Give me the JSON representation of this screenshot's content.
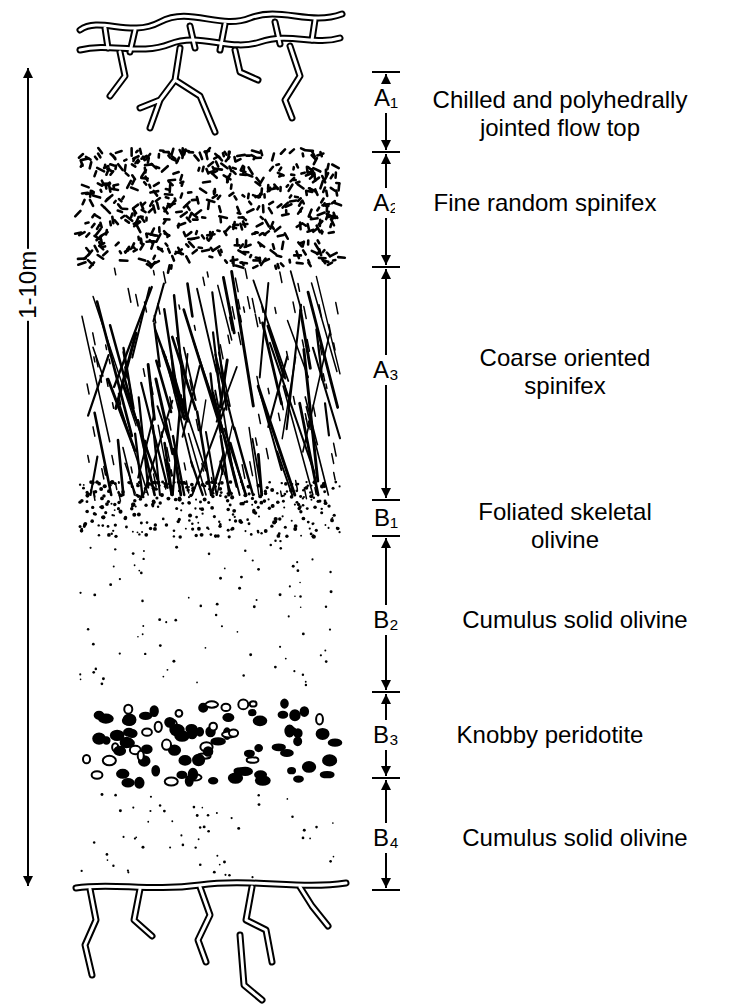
{
  "diagram": {
    "labels": [
      "1-10m",
      "A₁",
      "Chilled and polyhedrally jointed flow top",
      "A₂",
      "Fine random spinifex",
      "A₃",
      "Coarse oriented spinifex",
      "B₁",
      "Foliated skeletal olivine",
      "B₂",
      "Cumulus solid olivine",
      "B₃",
      "Knobby peridotite",
      "B₄",
      "Cumulus solid olivine"
    ]
  }
}
